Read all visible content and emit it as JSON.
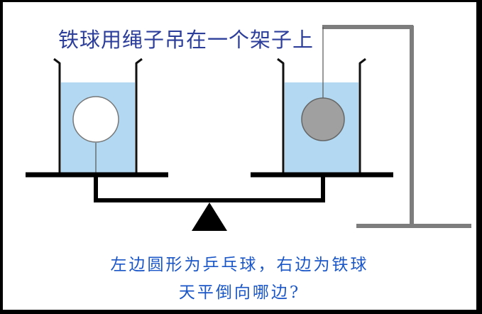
{
  "title": "铁球用绳子吊在一个架子上",
  "question": {
    "line1": "左边圆形为乒乓球，右边为铁球",
    "line2": "天平倒向哪边?"
  },
  "colors": {
    "title_text": "#2c3e9a",
    "question_text": "#1a56c7",
    "water": "#b3d9f2",
    "ping_pong_ball": "#ffffff",
    "iron_ball": "#a0a0a0",
    "stand": "#7d7d7d",
    "balance": "#000000"
  },
  "icons": {
    "left_object": "ping-pong-ball",
    "right_object": "iron-ball",
    "fulcrum": "triangle-fulcrum"
  }
}
